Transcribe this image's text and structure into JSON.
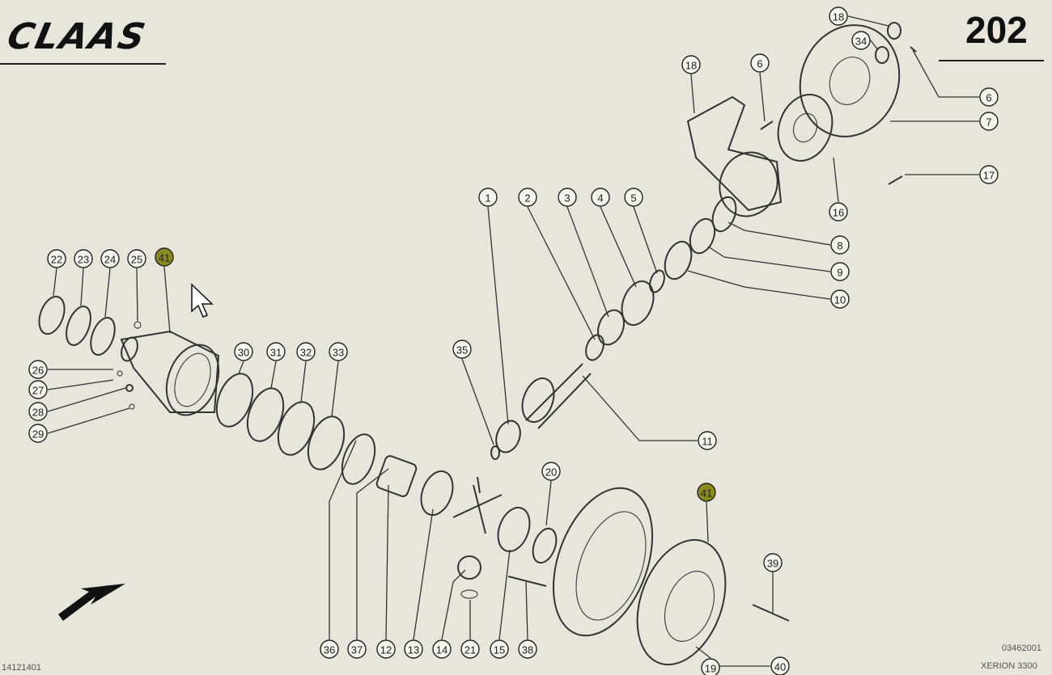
{
  "header": {
    "logo": "CLAAS",
    "page_number": "202"
  },
  "footer": {
    "left_code": "14121401",
    "right_code": "03462001",
    "model": "XERION 3300"
  },
  "callouts": [
    {
      "id": "c1",
      "label": "1"
    },
    {
      "id": "c2",
      "label": "2"
    },
    {
      "id": "c3",
      "label": "3"
    },
    {
      "id": "c4",
      "label": "4"
    },
    {
      "id": "c5",
      "label": "5"
    },
    {
      "id": "c6a",
      "label": "6"
    },
    {
      "id": "c6b",
      "label": "6"
    },
    {
      "id": "c7",
      "label": "7"
    },
    {
      "id": "c8",
      "label": "8"
    },
    {
      "id": "c9",
      "label": "9"
    },
    {
      "id": "c10",
      "label": "10"
    },
    {
      "id": "c11",
      "label": "11"
    },
    {
      "id": "c12",
      "label": "12"
    },
    {
      "id": "c13",
      "label": "13"
    },
    {
      "id": "c14",
      "label": "14"
    },
    {
      "id": "c15",
      "label": "15"
    },
    {
      "id": "c16",
      "label": "16"
    },
    {
      "id": "c17",
      "label": "17"
    },
    {
      "id": "c18a",
      "label": "18"
    },
    {
      "id": "c18b",
      "label": "18"
    },
    {
      "id": "c19",
      "label": "19"
    },
    {
      "id": "c20",
      "label": "20"
    },
    {
      "id": "c21",
      "label": "21"
    },
    {
      "id": "c22",
      "label": "22"
    },
    {
      "id": "c23",
      "label": "23"
    },
    {
      "id": "c24",
      "label": "24"
    },
    {
      "id": "c25",
      "label": "25"
    },
    {
      "id": "c26",
      "label": "26"
    },
    {
      "id": "c27",
      "label": "27"
    },
    {
      "id": "c28",
      "label": "28"
    },
    {
      "id": "c29",
      "label": "29"
    },
    {
      "id": "c30",
      "label": "30"
    },
    {
      "id": "c31",
      "label": "31"
    },
    {
      "id": "c32",
      "label": "32"
    },
    {
      "id": "c33",
      "label": "33"
    },
    {
      "id": "c34",
      "label": "34"
    },
    {
      "id": "c35",
      "label": "35"
    },
    {
      "id": "c36",
      "label": "36"
    },
    {
      "id": "c37",
      "label": "37"
    },
    {
      "id": "c38",
      "label": "38"
    },
    {
      "id": "c39",
      "label": "39"
    },
    {
      "id": "c40",
      "label": "40"
    },
    {
      "id": "c41a",
      "label": "41"
    },
    {
      "id": "c41b",
      "label": "41"
    }
  ],
  "highlight_color": "#8a8a1e"
}
